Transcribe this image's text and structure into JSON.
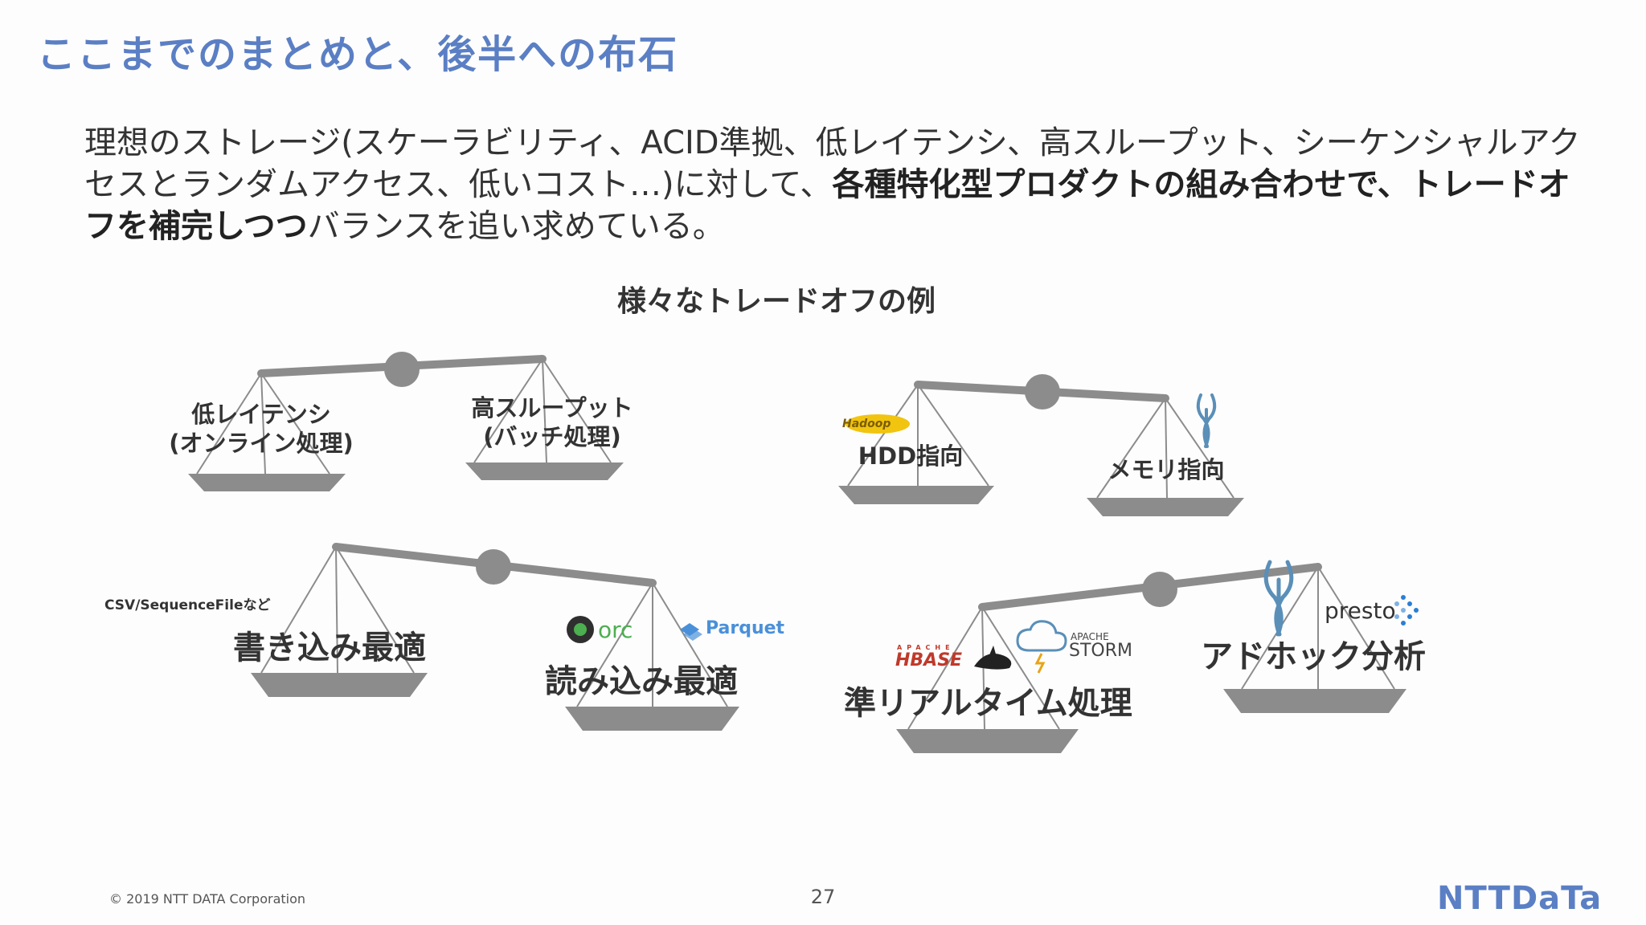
{
  "slide": {
    "title": "ここまでのまとめと、後半への布石",
    "lead_parts": [
      "理想のストレージ(スケーラビリティ、ACID準拠、低レイテンシ、高スループット、シーケンシャルアクセスとランダムアクセス、低いコスト…)に対して、",
      "各種特化型プロダクトの組み合わせで、トレードオフを補完しつつ",
      "バランスを追い求めている。"
    ],
    "subheading": "様々なトレードオフの例"
  },
  "scales": {
    "latency": {
      "left": "低レイテンシ",
      "left2": "(オンライン処理)",
      "right": "高スループット",
      "right2": "(バッチ処理)"
    },
    "storage": {
      "left": "HDD指向",
      "right": "メモリ指向"
    },
    "format": {
      "note": "CSV/SequenceFileなど",
      "left": "書き込み最適",
      "right": "読み込み最適"
    },
    "analytics": {
      "left": "準リアルタイム処理",
      "right": "アドホック分析"
    }
  },
  "logos": {
    "hadoop": "Hadoop",
    "orc": "orc",
    "parquet": "Parquet",
    "hbase": "HBASE",
    "apache_small": "APACHE",
    "storm_apache": "APACHE",
    "storm": "STORM",
    "presto": "presto"
  },
  "footer": {
    "copyright": "© 2019 NTT DATA Corporation",
    "page": "27",
    "company_logo": "NTTDaTa"
  },
  "colors": {
    "title": "#5b7fc4",
    "scale_gray": "#8c8c8c",
    "logo_blue": "#5b7fc4",
    "hbase_red": "#c0392b",
    "parquet_blue": "#4a90d9"
  }
}
